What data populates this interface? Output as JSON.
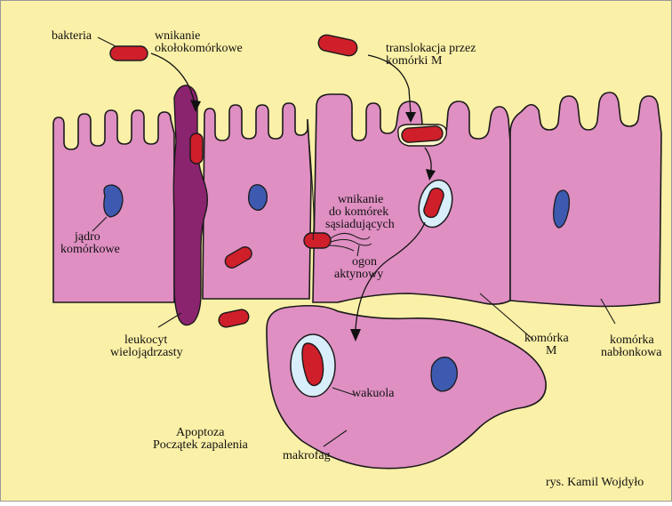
{
  "colors": {
    "background": "#fbf0a7",
    "frame": "#9a9a9a",
    "cell": "#df8fc2",
    "nucleus": "#3d5ab0",
    "bacterium": "#cf1f2b",
    "leukocyte": "#8b246e",
    "vacuole": "#d9eefb"
  },
  "labels": {
    "bacteria": "bakteria",
    "paracellular_1": "wnikanie",
    "paracellular_2": "okołokomórkowe",
    "translocation_1": "translokacja przez",
    "translocation_2": "komórki M",
    "cell_to_cell_1": "wnikanie",
    "cell_to_cell_2": "do komórek",
    "cell_to_cell_3": "sąsiadujących",
    "actin_tail_1": "ogon",
    "actin_tail_2": "aktynowy",
    "nucleus_1": "jądro",
    "nucleus_2": "komórkowe",
    "leukocyte_1": "leukocyt",
    "leukocyte_2": "wielojądrzasty",
    "m_cell_1": "komórka",
    "m_cell_2": "M",
    "epithelial_1": "komórka",
    "epithelial_2": "nabłonkowa",
    "vacuole": "wakuola",
    "apoptosis_1": "Apoptoza",
    "apoptosis_2": "Początek zapalenia",
    "macrophage": "makrofag",
    "credit": "rys. Kamil Wojdyło"
  }
}
